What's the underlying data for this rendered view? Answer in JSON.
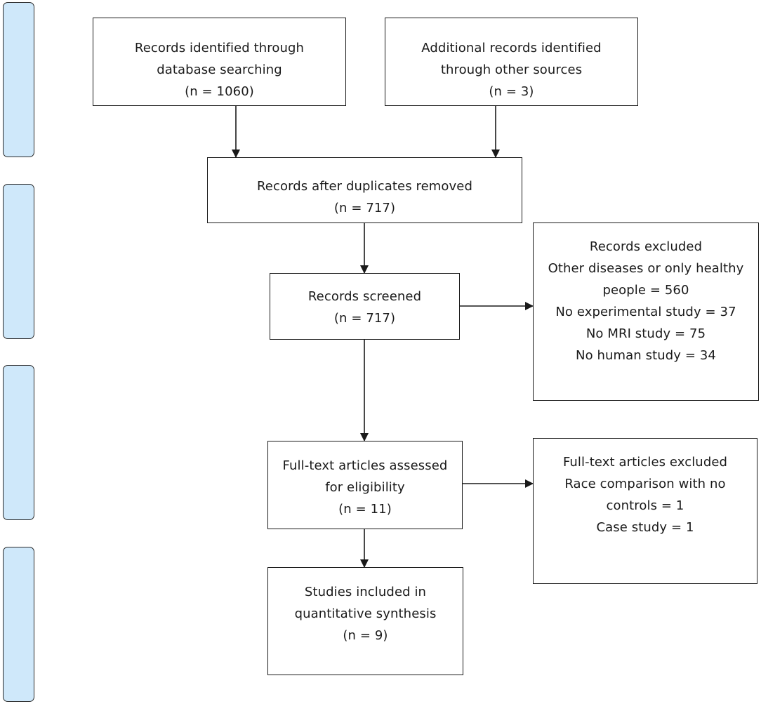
{
  "boxes": {
    "db_search": {
      "lines": [
        "Records identified through",
        "database searching",
        "(n = 1060)"
      ]
    },
    "other_sources": {
      "lines": [
        "Additional records identified",
        "through other sources",
        "(n = 3)"
      ]
    },
    "after_duplicates": {
      "lines": [
        "Records after duplicates removed",
        "(n = 717)"
      ]
    },
    "screened": {
      "lines": [
        "Records screened",
        "(n = 717)"
      ]
    },
    "records_excluded": {
      "lines": [
        "Records excluded",
        "Other diseases or only healthy",
        "people = 560",
        "No experimental study = 37",
        "No MRI study = 75",
        "No human study = 34"
      ]
    },
    "fulltext_assessed": {
      "lines": [
        "Full-text articles assessed",
        "for eligibility",
        "(n = 11)"
      ]
    },
    "fulltext_excluded": {
      "lines": [
        "Full-text articles excluded",
        "Race comparison with no",
        "controls = 1",
        "Case study = 1"
      ]
    },
    "included": {
      "lines": [
        "Studies included in",
        "quantitative synthesis",
        "(n = 9)"
      ]
    }
  },
  "colors": {
    "stage_tab_fill": "#cfe8fa",
    "border": "#1a1a1a"
  }
}
